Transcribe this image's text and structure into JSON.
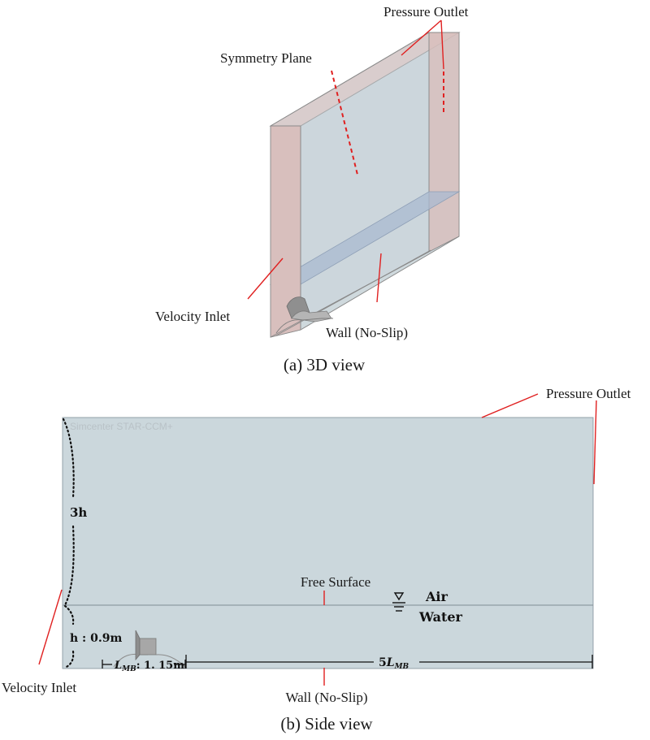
{
  "view_3d": {
    "labels": {
      "pressure_outlet": "Pressure Outlet",
      "symmetry_plane": "Symmetry Plane",
      "velocity_inlet": "Velocity Inlet",
      "wall": "Wall (No-Slip)"
    },
    "caption": "(a) 3D view"
  },
  "view_side": {
    "watermark": "Simcenter STAR-CCM+",
    "labels": {
      "pressure_outlet": "Pressure Outlet",
      "free_surface": "Free Surface",
      "air": "Air",
      "water": "Water",
      "velocity_inlet": "Velocity Inlet",
      "wall": "Wall (No-Slip)"
    },
    "dimensions": {
      "air_height": "3h",
      "water_depth": "h : 0.9m",
      "body_length_symbol": "L",
      "body_length_sub": "MB",
      "body_length_value": ": 1. 15m",
      "downstream_factor": "5",
      "downstream_symbol": "L",
      "downstream_sub": "MB"
    },
    "caption": "(b) Side view"
  },
  "colors": {
    "leader": "#e02020",
    "domain_fill": "#cbd7dc",
    "boundary_fill": "#d9bfbd",
    "free_surface_fill": "#a7b8cf"
  }
}
